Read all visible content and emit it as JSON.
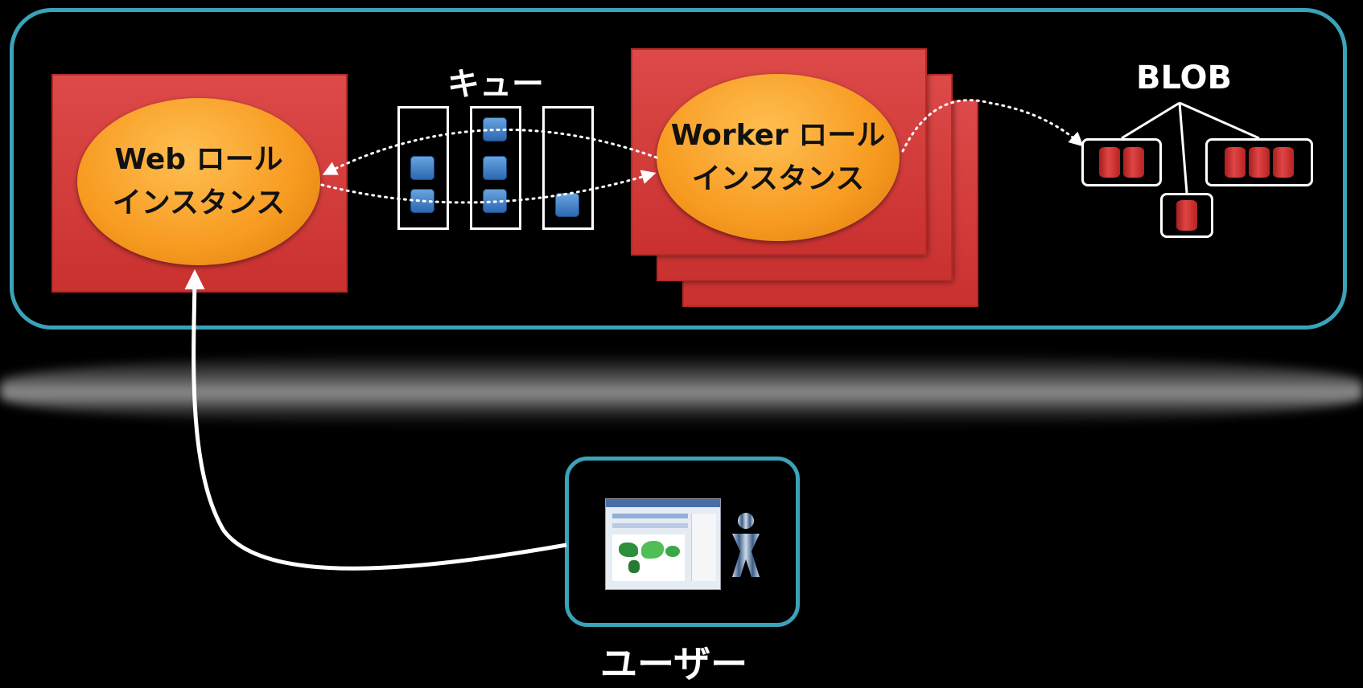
{
  "web_role": {
    "line1": "Web ロール",
    "line2": "インスタンス"
  },
  "queue": {
    "label": "キュー"
  },
  "worker_role": {
    "line1": "Worker ロール",
    "line2": "インスタンス"
  },
  "blob": {
    "label": "BLOB"
  },
  "user": {
    "label": "ユーザー"
  },
  "colors": {
    "frame": "#3aa3b8",
    "role_box": "#d63b3a",
    "ellipse": "#f79a20",
    "message": "#3a7cc8"
  },
  "icons": [
    "browser-screenshot-icon",
    "person-icon",
    "database-cylinder-icon",
    "queue-message-icon"
  ]
}
